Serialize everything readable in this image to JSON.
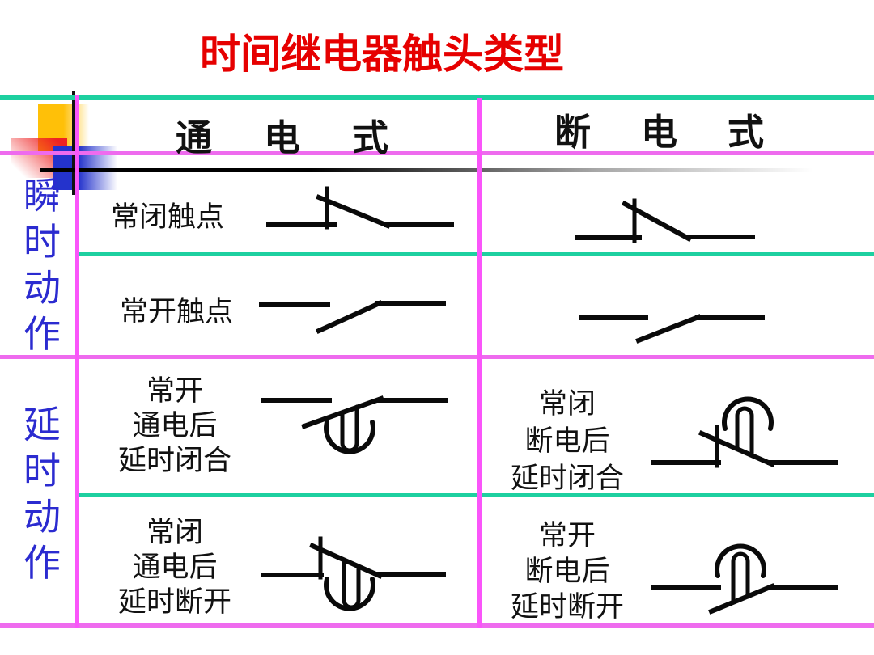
{
  "title": "时间继电器触头类型",
  "columns": {
    "energized": "通电式",
    "deenergized": "断电式"
  },
  "row_groups": {
    "instantaneous": "瞬时动作",
    "delayed": "延时动作"
  },
  "cells": {
    "nc_instant_label": "常闭触点",
    "no_instant_label": "常开触点",
    "no_on_delay_close": [
      "常开",
      "通电后",
      "延时闭合"
    ],
    "nc_off_delay_close": [
      "常闭",
      "断电后",
      "延时闭合"
    ],
    "nc_on_delay_open": [
      "常闭",
      "通电后",
      "延时断开"
    ],
    "no_off_delay_open": [
      "常开",
      "断电后",
      "延时断开"
    ]
  },
  "symbols": {
    "row1_left": "nc-contact-instantaneous",
    "row1_right": "nc-contact-instantaneous",
    "row2_left": "no-contact-instantaneous",
    "row2_right": "no-contact-instantaneous",
    "row3_left": "no-contact-on-delay-closing",
    "row3_right": "nc-contact-off-delay-closing",
    "row4_left": "nc-contact-on-delay-opening",
    "row4_right": "no-contact-off-delay-opening"
  },
  "colors": {
    "title_red": "#e60000",
    "group_label_blue": "#2b2bd0",
    "grid_teal": "#1dd0a0",
    "grid_magenta_h": "#ee6bee",
    "grid_magenta_v": "#fa55fa",
    "deco_yellow": "#ffc008",
    "deco_red": "#ee2222",
    "deco_blue": "#2433cc",
    "symbol_black": "#0a0a0a"
  }
}
